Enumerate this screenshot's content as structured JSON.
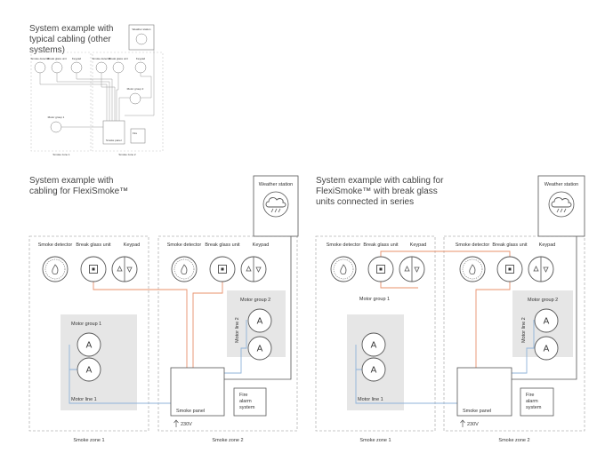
{
  "headings": {
    "thumb": "System example with\ntypical cabling (other\nsystems)",
    "left": "System example with\ncabling for FlexiSmoke™",
    "right": "System example with cabling for\nFlexiSmoke™ with break glass\nunits connected in series"
  },
  "labels": {
    "smoke_detector": "Smoke detector",
    "break_glass_unit": "Break glass unit",
    "keypad": "Keypad",
    "motor_group_1": "Motor group 1",
    "motor_group_2": "Motor group 2",
    "motor_line_1": "Motor line 1",
    "motor_line_2": "Motor line 2",
    "smoke_panel": "Smoke panel",
    "fire_alarm": "Fire\nalarm\nsystem",
    "weather_station": "Weather station",
    "voltage": "230V",
    "motor_symbol": "A",
    "smoke_zone_1": "Smoke zone 1",
    "smoke_zone_2": "Smoke zone 2"
  },
  "colors": {
    "motor_cable": "#8fb3d9",
    "glass_cable": "#e8906a",
    "zone_border": "#b5b5b5",
    "group_fill": "#e6e6e6",
    "line": "#555555"
  }
}
